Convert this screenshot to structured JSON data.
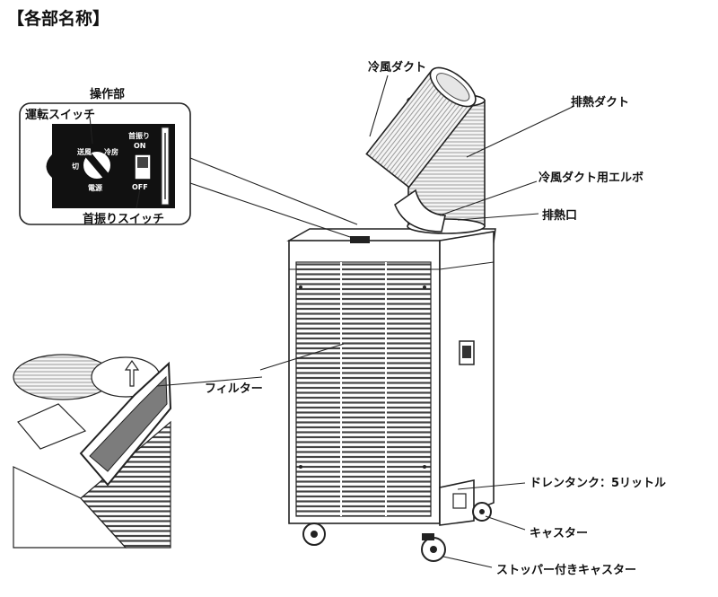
{
  "page": {
    "title": "【各部名称】"
  },
  "panel": {
    "heading": "操作部",
    "run_switch_label": "運転スイッチ",
    "swing_switch_label": "首振りスイッチ",
    "knob_marks": {
      "off": "切",
      "fan": "送風",
      "cool": "冷房",
      "power": "電源"
    },
    "swing_marks": {
      "title": "首振り",
      "on": "ON",
      "off": "OFF"
    }
  },
  "labels": {
    "cold_duct": "冷風ダクト",
    "exhaust_duct": "排熱ダクト",
    "elbow": "冷風ダクト用エルボ",
    "exhaust_port": "排熱口",
    "filter": "フィルター",
    "drain_tank": "ドレンタンク：5リットル",
    "caster": "キャスター",
    "stopper_caster": "ストッパー付きキャスター"
  }
}
